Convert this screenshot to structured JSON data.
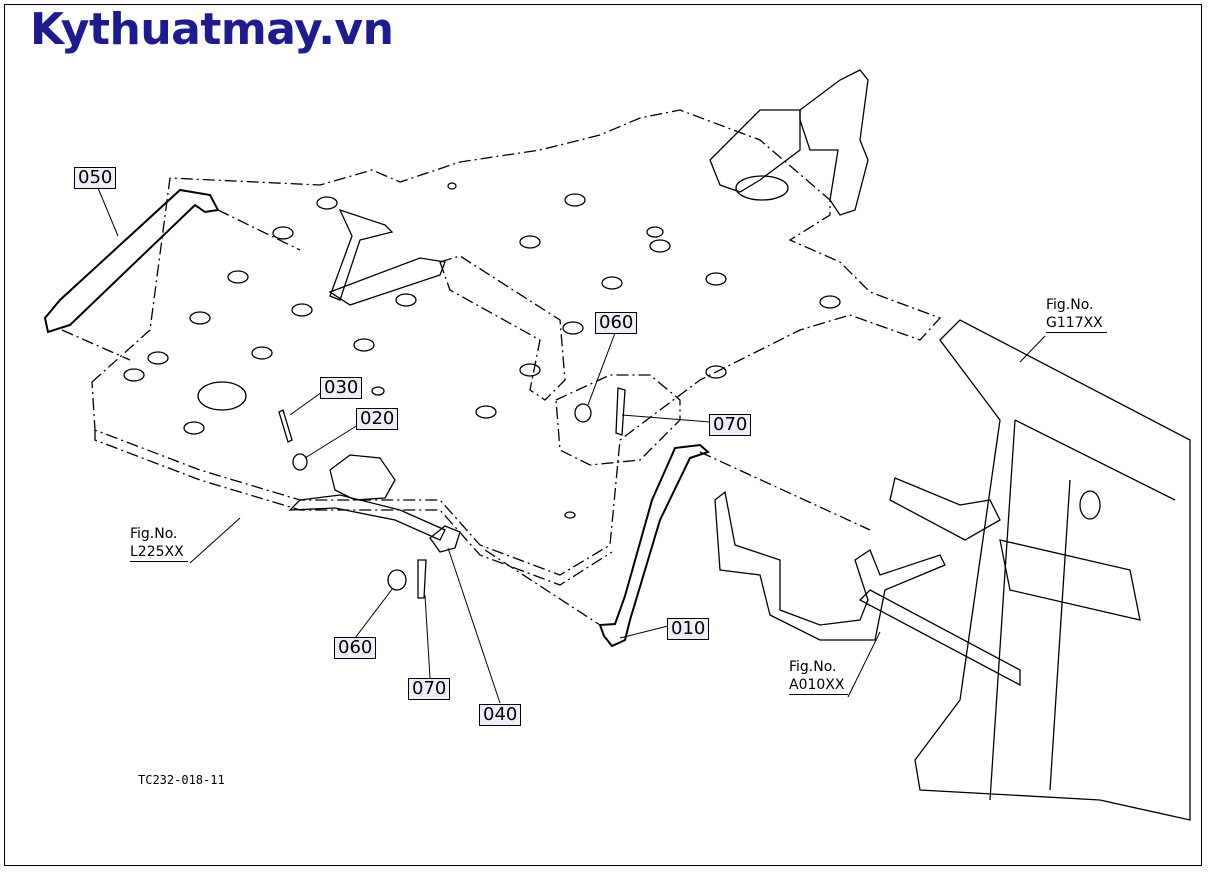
{
  "watermark": "Kythuatmay.vn",
  "drawing_number": "TC232-018-11",
  "parts": [
    {
      "id": "050"
    },
    {
      "id": "030"
    },
    {
      "id": "020"
    },
    {
      "id": "060"
    },
    {
      "id": "070"
    },
    {
      "id": "010"
    },
    {
      "id": "060"
    },
    {
      "id": "070"
    },
    {
      "id": "040"
    }
  ],
  "figure_refs": [
    {
      "label": "Fig.No.",
      "code": "G117XX"
    },
    {
      "label": "Fig.No.",
      "code": "L225XX"
    },
    {
      "label": "Fig.No.",
      "code": "A010XX"
    }
  ],
  "colors": {
    "brand": "#1c1c8e",
    "callout_fill": "#eeeef8",
    "line": "#000000"
  }
}
